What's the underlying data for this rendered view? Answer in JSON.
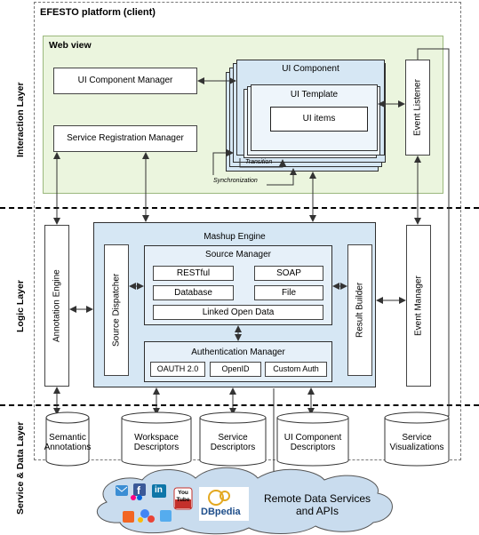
{
  "platform_title": "EFESTO platform (client)",
  "layers": {
    "interaction": "Interaction Layer",
    "logic": "Logic Layer",
    "service": "Service & Data Layer"
  },
  "web_view": {
    "title": "Web view",
    "ui_component_manager": "UI Component Manager",
    "service_registration_manager": "Service Registration Manager",
    "ui_component": "UI Component",
    "ui_template": "UI Template",
    "ui_items": "UI items",
    "transition": "Transition",
    "synchronization": "Synchronization",
    "event_listener": "Event Listener"
  },
  "logic": {
    "annotation_engine": "Annotation Engine",
    "mashup_engine": "Mashup Engine",
    "source_dispatcher": "Source Dispatcher",
    "source_manager": "Source Manager",
    "restful": "RESTful",
    "soap": "SOAP",
    "database": "Database",
    "file": "File",
    "linked_open_data": "Linked Open Data",
    "authentication_manager": "Authentication Manager",
    "oauth": "OAUTH 2.0",
    "openid": "OpenID",
    "custom_auth": "Custom Auth",
    "result_builder": "Result Builder",
    "event_manager": "Event Manager"
  },
  "stores": [
    "Semantic Annotations",
    "Workspace Descriptors",
    "Service Descriptors",
    "UI Component Descriptors",
    "Service Visualizations"
  ],
  "cloud": {
    "text": "Remote Data Services and APIs",
    "dbpedia": "DBpedia",
    "youtube": "You Tube",
    "linkedin": "in"
  },
  "colors": {
    "web_view_fill": "#ebf5de",
    "blue_fill": "#d6e7f4",
    "cloud_fill": "#c9dcee"
  }
}
